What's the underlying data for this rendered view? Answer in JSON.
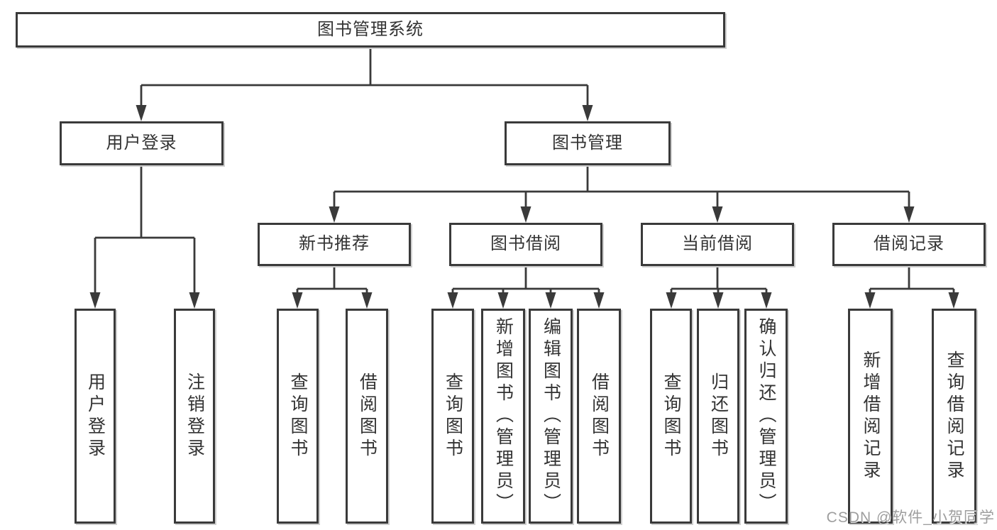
{
  "colors": {
    "line": "#3a3a3a",
    "text": "#333333",
    "box_background": "#ffffff",
    "box_shadow": "#cfcfcf",
    "watermark": "#9e9e9e"
  },
  "tree": {
    "root": {
      "label": "图书管理系统"
    },
    "branches": [
      {
        "label": "用户登录",
        "leaves": [
          "用户登录",
          "注销登录"
        ]
      },
      {
        "label": "图书管理",
        "groups": [
          {
            "label": "新书推荐",
            "leaves": [
              "查询图书",
              "借阅图书"
            ]
          },
          {
            "label": "图书借阅",
            "leaves": [
              "查询图书",
              "新增图书（管理员）",
              "编辑图书（管理员）",
              "借阅图书"
            ]
          },
          {
            "label": "当前借阅",
            "leaves": [
              "查询图书",
              "归还图书",
              "确认归还（管理员）"
            ]
          },
          {
            "label": "借阅记录",
            "leaves": [
              "新增借阅记录",
              "查询借阅记录"
            ]
          }
        ]
      }
    ]
  },
  "watermark": "CSDN @软件_小贺同学"
}
